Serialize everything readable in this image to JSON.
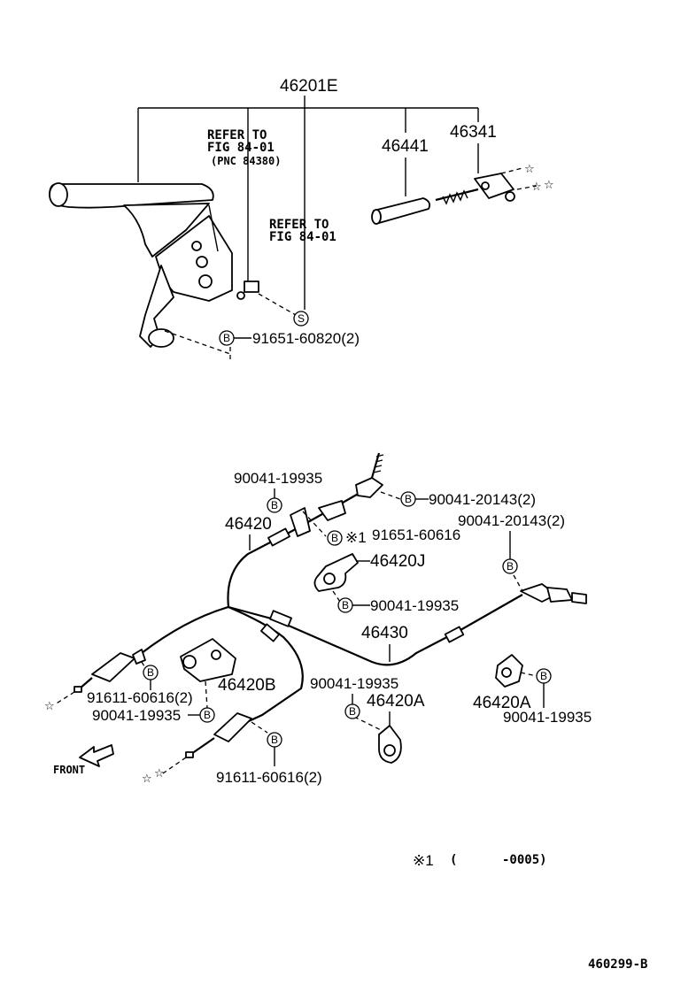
{
  "upper": {
    "assembly": "46201E",
    "refer1": {
      "line1": "REFER TO",
      "line2": "FIG 84-01",
      "line3": "(PNC 84380)"
    },
    "refer2": {
      "line1": "REFER TO",
      "line2": "FIG 84-01"
    },
    "grip": "46441",
    "rod": "46341",
    "bolt": "91651-60820(2)"
  },
  "lower": {
    "bolt_top": "90041-19935",
    "bolt_tr": "90041-20143(2)",
    "bolt_right": "90041-20143(2)",
    "front_cable": "46420",
    "note_bolt": "91651-60616",
    "clamp_j": "46420J",
    "bolt_j": "90041-19935",
    "rear_cable": "46430",
    "bolt_mid": "90041-19935",
    "clamp_a": "46420A",
    "clamp_a2": "46420A",
    "bolt_a2": "90041-19935",
    "bolt_left1": "91611-60616(2)",
    "bolt_left2": "90041-19935",
    "clamp_b": "46420B",
    "bolt_bottom": "91611-60616(2)",
    "front_label": "FRONT"
  },
  "circle_letters": {
    "b": "B",
    "s": "S"
  },
  "note": {
    "mark": "※1",
    "text": "(      -0005)"
  },
  "figure_id": "460299-B"
}
